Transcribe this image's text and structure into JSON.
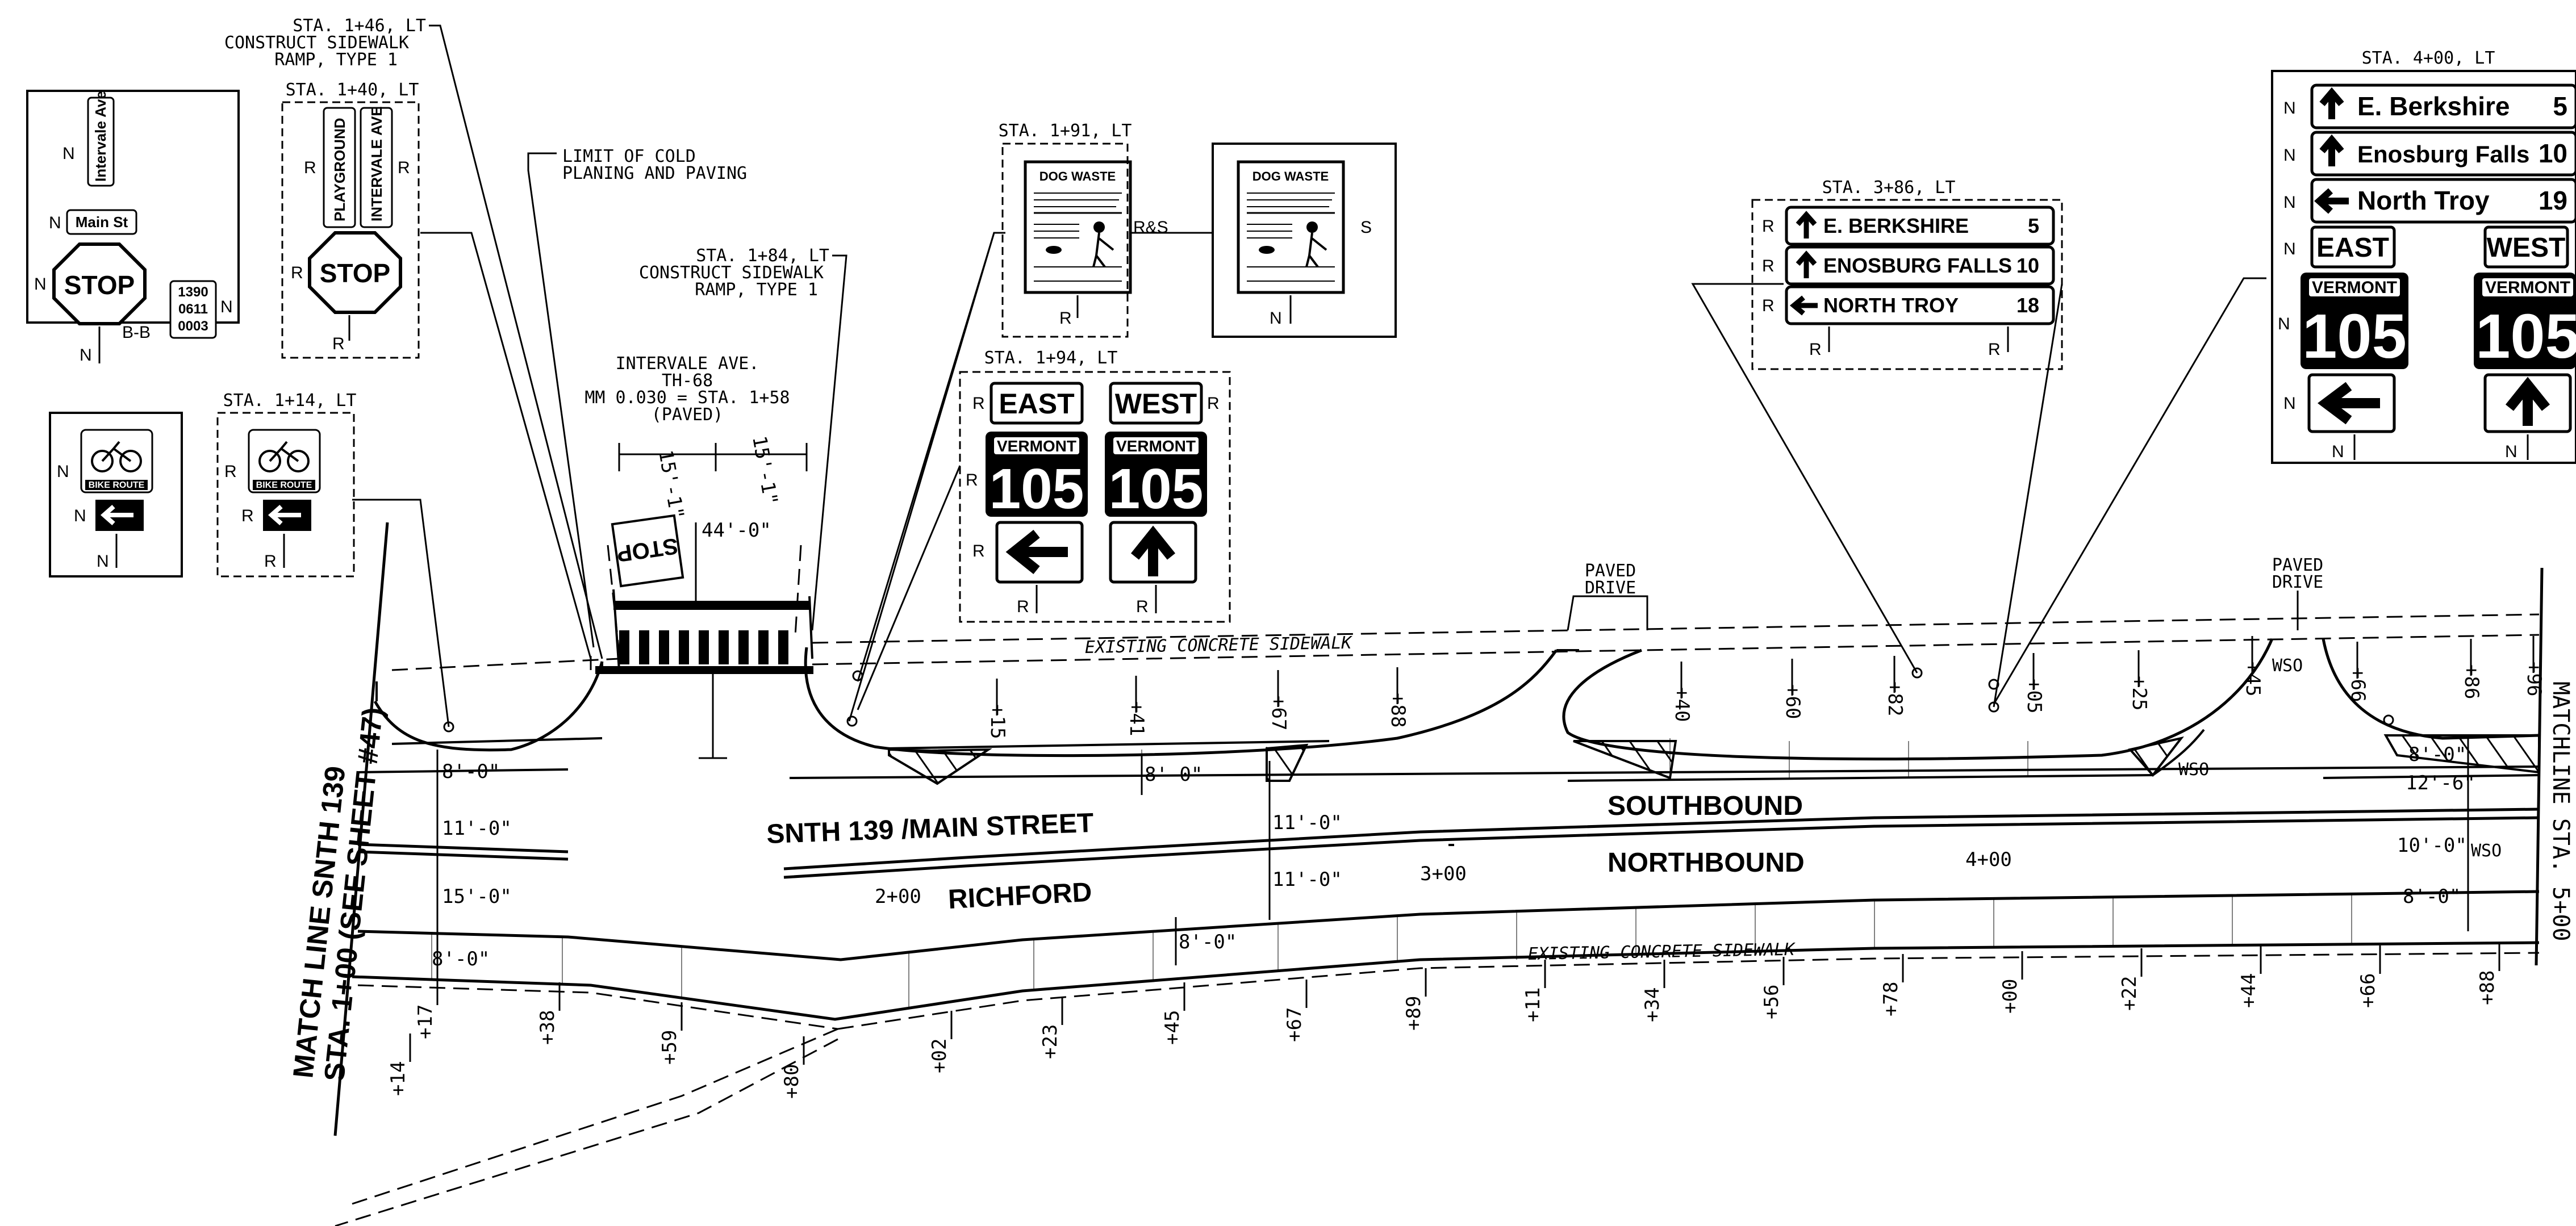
{
  "notes": {
    "ramp_1_46": [
      "STA. 1+46, LT",
      "CONSTRUCT SIDEWALK",
      "RAMP, TYPE 1"
    ],
    "limit": [
      "LIMIT OF COLD",
      "PLANING AND PAVING"
    ],
    "ramp_1_84": [
      "STA. 1+84, LT",
      "CONSTRUCT SIDEWALK",
      "RAMP, TYPE 1"
    ],
    "intervale": [
      "INTERVALE AVE.",
      "TH-68",
      "MM 0.030 = STA. 1+58",
      "(PAVED)"
    ],
    "paved_drive": [
      "PAVED",
      "DRIVE"
    ],
    "existing_sidewalk": "EXISTING CONCRETE SIDEWALK",
    "wso": "WSO"
  },
  "station_labels": {
    "s1_40": "STA. 1+40, LT",
    "s1_14": "STA. 1+14, LT",
    "s1_91": "STA. 1+91, LT",
    "s1_94": "STA. 1+94, LT",
    "s3_86": "STA. 3+86, LT",
    "s4_00": "STA. 4+00, LT"
  },
  "road": {
    "main": "SNTH 139 /MAIN STREET",
    "town": "RICHFORD",
    "southbound": "SOUTHBOUND",
    "northbound": "NORTHBOUND",
    "sta_2": "2+00",
    "sta_3": "3+00",
    "sta_4": "4+00"
  },
  "match_line_left": [
    "MATCH LINE SNTH 139",
    "STA. 1+00 (SEE SHEET #47)"
  ],
  "match_line_right": "MATCHLINE STA. 5+00",
  "dims": {
    "d15a": "15'-1\"",
    "d15b": "15'-1\"",
    "d44": "44'-0\"",
    "d8a": "8'-0\"",
    "d11a": "11'-0\"",
    "d15c": "15'-0\"",
    "d8b": "8'-0\"",
    "d8c": "8'-0\"",
    "d11b": "11'-0\"",
    "d11c": "11'-0\"",
    "d8d": "8'-0\"",
    "d8e": "8'-0\"",
    "d12": "12'-6\"",
    "d10": "10'-0\"",
    "d8f": "8'-0\""
  },
  "upper_ticks": [
    "+15",
    "+41",
    "+67",
    "+88",
    "+40",
    "+60",
    "+82",
    "+05",
    "+25",
    "+45",
    "+66",
    "+86",
    "+96"
  ],
  "lower_ticks": [
    "+14",
    "+17",
    "+38",
    "+59",
    "+80",
    "+02",
    "+23",
    "+45",
    "+67",
    "+89",
    "+11",
    "+34",
    "+56",
    "+78",
    "+00",
    "+22",
    "+44",
    "+66",
    "+88"
  ],
  "signs": {
    "stop": "STOP",
    "intervale": "Intervale Ave",
    "main_st": "Main St",
    "code": [
      "1390",
      "0611",
      "0003"
    ],
    "bb": "B-B",
    "playground": "PLAYGROUND",
    "intervale_caps": "INTERVALE AVE",
    "bike_route": "BIKE ROUTE",
    "dog_waste": "DOG WASTE",
    "rs": "R&S",
    "s": "S",
    "r": "R",
    "n": "N",
    "east": "EAST",
    "west": "WEST",
    "vermont": "VERMONT",
    "route": "105",
    "berkshire_caps": "E. BERKSHIRE",
    "enosburg_caps": "ENOSBURG FALLS",
    "northtroy_caps": "NORTH TROY",
    "d5": "5",
    "d10": "10",
    "d18": "18",
    "berkshire": "E. Berkshire",
    "enosburg": "Enosburg Falls",
    "northtroy": "North Troy",
    "d19": "19"
  }
}
